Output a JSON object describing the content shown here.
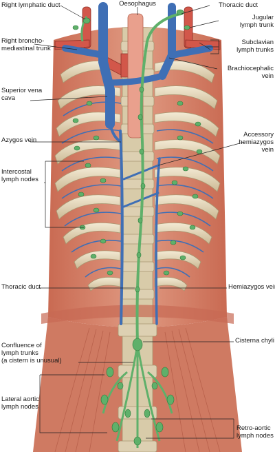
{
  "labels": {
    "right_lymphatic_duct": "Right lymphatic duct",
    "oesophagus": "Oesophagus",
    "thoracic_duct_top": "Thoracic duct",
    "jugular_lymph_trunk": "Jugular\nlymph trunk",
    "subclavian_lymph_trunks": "Subclavian\nlymph trunks",
    "right_bronchomediastinal_trunk": "Right broncho-\nmediastinal trunk",
    "brachiocephalic_vein": "Brachiocephalic\nvein",
    "superior_vena_cava": "Superior vena\ncava",
    "azygos_vein": "Azygos vein",
    "accessory_hemiazygos_vein": "Accessory\nhemiazygos\nvein",
    "intercostal_lymph_nodes": "Intercostal\nlymph nodes",
    "thoracic_duct": "Thoracic duct",
    "hemiazygos_vein": "Hemiazygos vein",
    "cisterna_chyli": "Cisterna chyli",
    "confluence_of_lymph_trunks": "Confluence of\nlymph trunks\n(a cistern is unusual)",
    "lateral_aortic_lymph_nodes": "Lateral aortic\nlymph nodes",
    "retro_aortic_lymph_nodes": "Retro-aortic\nlymph nodes"
  },
  "colors": {
    "muscle": "#d9826a",
    "muscle_dark": "#b85a44",
    "bone": "#e8dcc0",
    "vein": "#3f6fb5",
    "artery": "#d2574a",
    "lymph": "#5fb06a",
    "oesophagus": "#e9a08d"
  }
}
